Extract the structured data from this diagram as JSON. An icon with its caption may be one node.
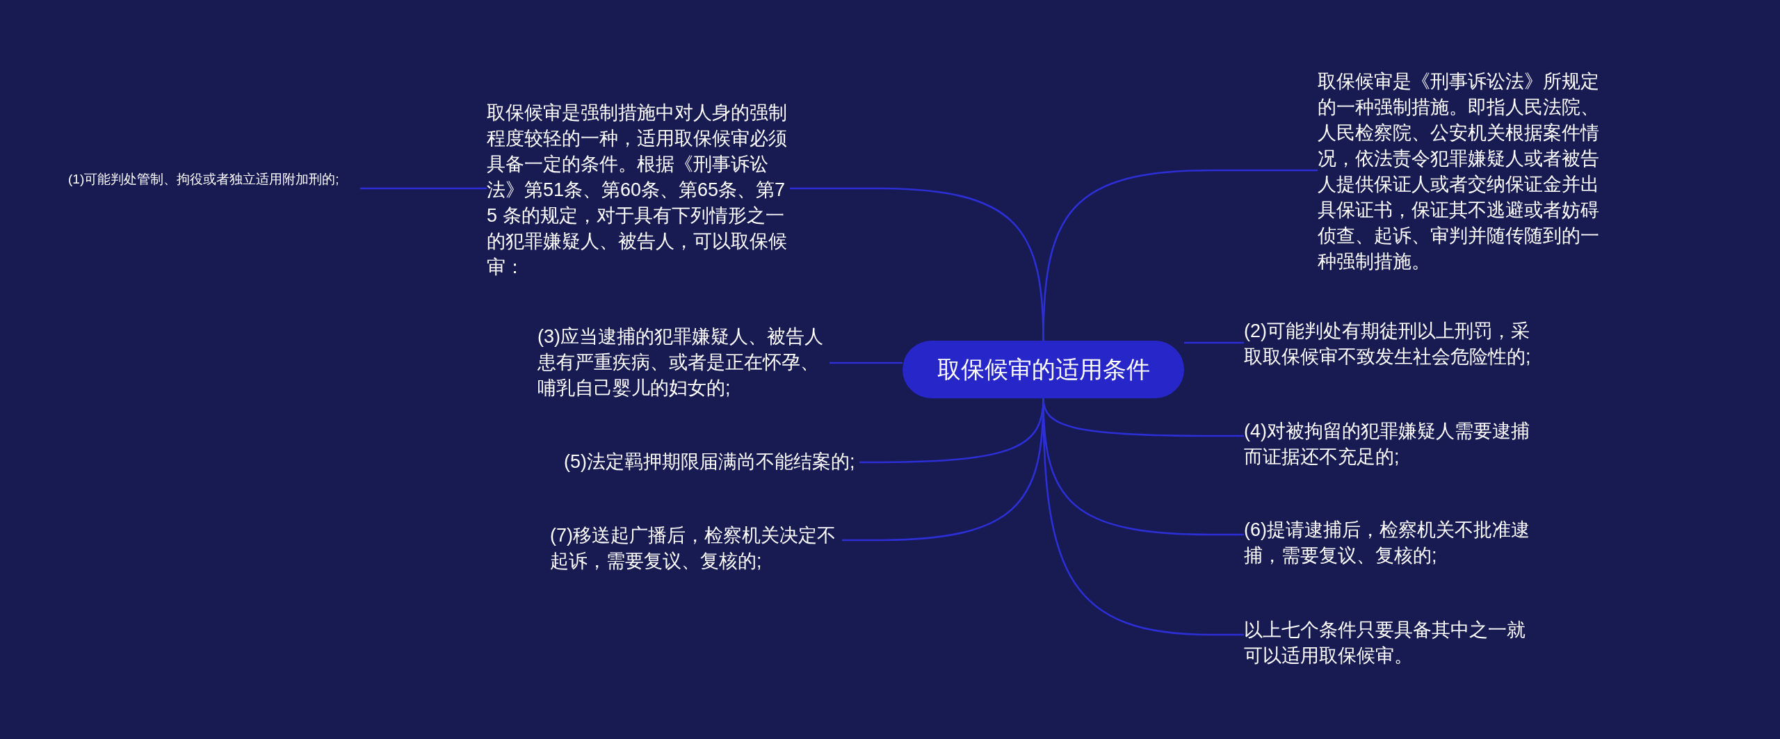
{
  "diagram": {
    "nodes": [
      {
        "text": [
          "取保候审的适用条件"
        ]
      },
      {
        "text": [
          "取保候审是强制措施中对人身的强制程度较轻的一种，适用取保候审必须具备一定的条件。根据《刑事诉讼法》第51条、第60条、第65条、第75 条的规定，对于具有下列情形之一的犯罪嫌疑人、被告人，可以取保候审："
        ]
      },
      {
        "text": [
          "(1)可能判处管制、拘役或者独立适用附加刑的;"
        ]
      },
      {
        "text": [
          "(3)应当逮捕的犯罪嫌疑人、被告人患有严重疾病、或者是正在怀孕、哺乳自己婴儿的妇女的;"
        ]
      },
      {
        "text": [
          "(5)法定羁押期限届满尚不能结案的;"
        ]
      },
      {
        "text": [
          "(7)移送起广播后，检察机关决定不起诉，需要复议、复核的;"
        ]
      },
      {
        "text": [
          "取保候审是《刑事诉讼法》所规定的一种强制措施。即指人民法院、人民检察院、公安机关根据案件情况，依法责令犯罪嫌疑人或者被告人提供保证人或者交纳保证金并出具保证书，保证其不逃避或者妨碍侦查、起诉、审判并随传随到的一种强制措施。"
        ]
      },
      {
        "text": [
          "(2)可能判处有期徒刑以上刑罚，采取取保候审不致发生社会危险性的;"
        ]
      },
      {
        "text": [
          "(4)对被拘留的犯罪嫌疑人需要逮捕而证据还不充足的;"
        ]
      },
      {
        "text": [
          "(6)提请逮捕后，检察机关不批准逮捕，需要复议、复核的;"
        ]
      },
      {
        "text": [
          "以上七个条件只要具备其中之一就可以适用取保候审。"
        ]
      }
    ],
    "edges": [
      {
        "from": 0,
        "to": 1,
        "arrow": "none"
      },
      {
        "from": 1,
        "to": 2,
        "arrow": "none"
      },
      {
        "from": 0,
        "to": 3,
        "arrow": "none"
      },
      {
        "from": 0,
        "to": 4,
        "arrow": "none"
      },
      {
        "from": 0,
        "to": 5,
        "arrow": "none"
      },
      {
        "from": 0,
        "to": 6,
        "arrow": "none"
      },
      {
        "from": 0,
        "to": 7,
        "arrow": "none"
      },
      {
        "from": 0,
        "to": 8,
        "arrow": "none"
      },
      {
        "from": 0,
        "to": 9,
        "arrow": "none"
      },
      {
        "from": 0,
        "to": 10,
        "arrow": "none"
      }
    ]
  }
}
